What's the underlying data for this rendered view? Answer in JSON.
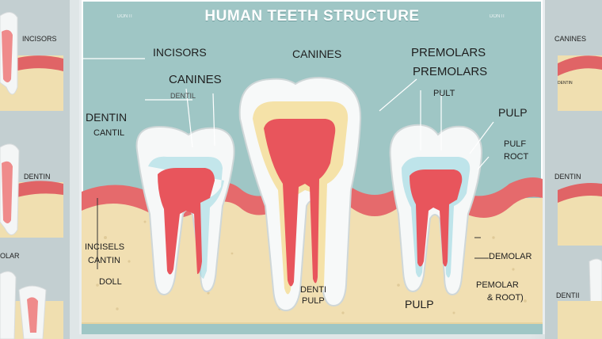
{
  "title": "HUMAN TEETH STRUCTURE",
  "header_small": {
    "left": "DONTI",
    "right": "DONTI"
  },
  "labels": {
    "incisors": "INCISORS",
    "canines_top": "CANINES",
    "premolars_1": "PREMOLARS",
    "premolars_2": "PREMOLARS",
    "canines_mid": "CANINES",
    "dentil_small": "DENTIL",
    "dentin_left": "DENTIN",
    "cantil": "CANTIL",
    "pult": "PULT",
    "pulp_right": "PULP",
    "pulf": "PULF",
    "roct": "ROCT",
    "incisels": "INCISELS",
    "cantin": "CANTIN",
    "doll": "DOLL",
    "denti": "DENTI",
    "pulp_center": "PULP",
    "pulp_bottom": "PULP",
    "demolar": "DEMOLAR",
    "pemolar": "PEMOLAR",
    "root": "& ROOT)"
  },
  "side_left": {
    "incisors": "INCISORS",
    "dentin": "DENTIN",
    "molar": "OLAR"
  },
  "side_right": {
    "canines": "CANINES",
    "small": "DENTIN",
    "dentin": "DENTIN",
    "denti": "DENTII"
  }
}
